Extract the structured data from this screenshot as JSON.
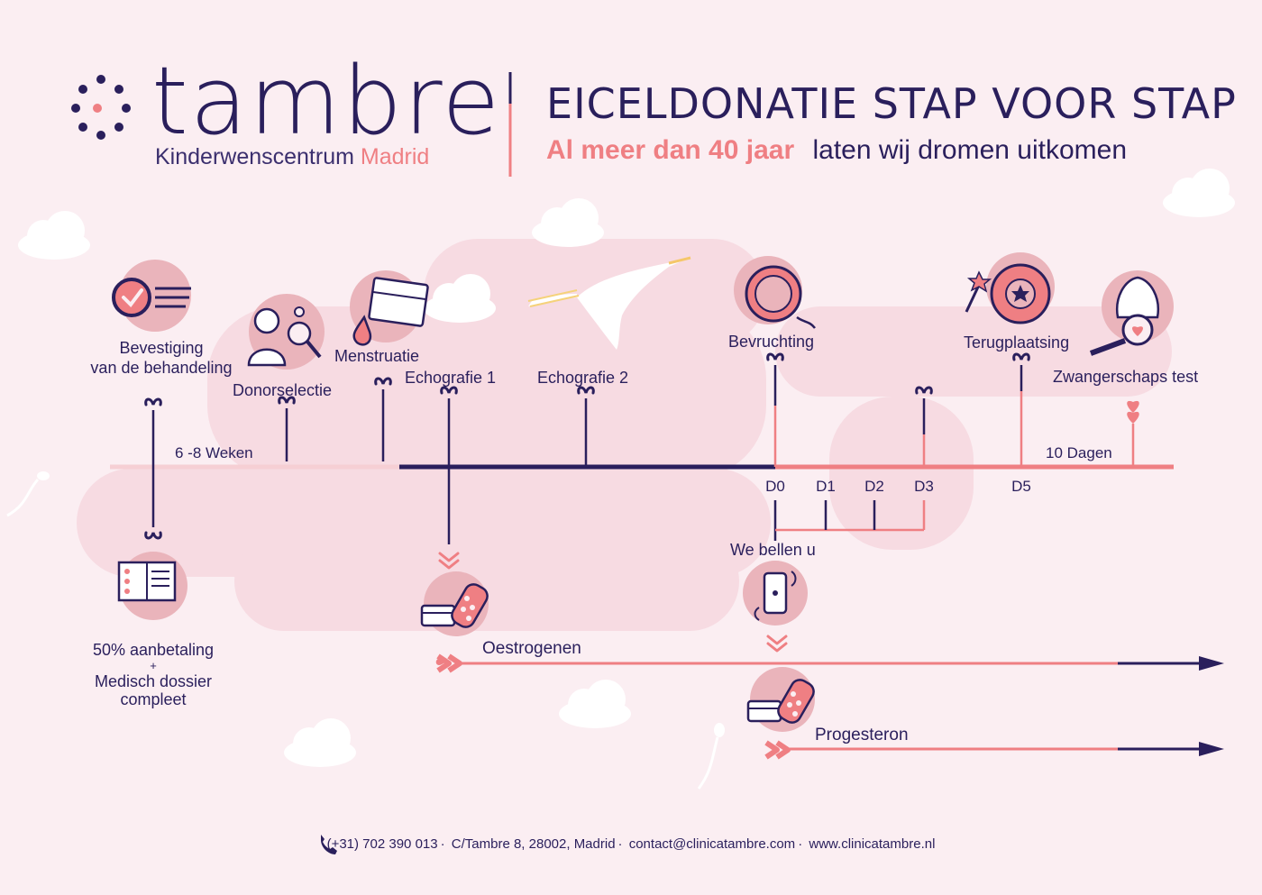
{
  "brand": {
    "name": "tambre",
    "subtitle_main": "Kinderwenscentrum",
    "subtitle_accent": "Madrid"
  },
  "header": {
    "title": "EICELDONATIE STAP VOOR STAP",
    "subtitle_highlight": "Al meer dan 40 jaar",
    "subtitle_rest": "laten wij dromen uitkomen"
  },
  "timeline": {
    "steps": {
      "bevestiging_line1": "Bevestiging",
      "bevestiging_line2": "van de behandeling",
      "donorselectie": "Donorselectie",
      "menstruatie": "Menstruatie",
      "echografie1": "Echografie 1",
      "echografie2": "Echografie 2",
      "bevruchting": "Bevruchting",
      "terugplaatsing": "Terugplaatsing",
      "zwangerschapstest": "Zwangerschaps test"
    },
    "durations": {
      "weken": "6 -8 Weken",
      "dagen": "10 Dagen"
    },
    "days": [
      "D0",
      "D1",
      "D2",
      "D3",
      "D5"
    ],
    "below": {
      "aanbetaling_line1": "50% aanbetaling",
      "plus": "+",
      "aanbetaling_line2": "Medisch dossier",
      "aanbetaling_line3": "compleet",
      "we_bellen": "We bellen u",
      "oestrogenen": "Oestrogenen",
      "progesteron": "Progesteron"
    }
  },
  "footer": {
    "phone": "(+31) 702 390 013",
    "address": "C/Tambre 8, 28002, Madrid",
    "email": "contact@clinicatambre.com",
    "website": "www.clinicatambre.nl"
  },
  "colors": {
    "navy": "#2a1f5c",
    "coral": "#ef7f83",
    "pink_bg": "#fbeef2",
    "pink_band": "#f7dbe2",
    "light_pink": "#f6cfd4",
    "circle_pink": "#eab4bb"
  }
}
